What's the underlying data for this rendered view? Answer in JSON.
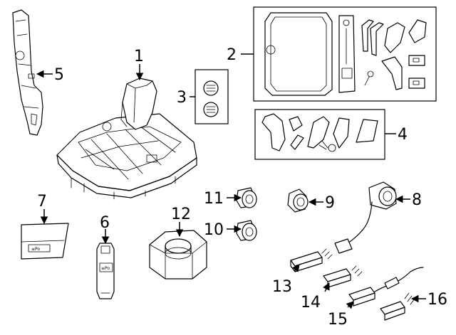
{
  "callouts": [
    {
      "id": "1",
      "label": "1"
    },
    {
      "id": "2",
      "label": "2"
    },
    {
      "id": "3",
      "label": "3"
    },
    {
      "id": "4",
      "label": "4"
    },
    {
      "id": "5",
      "label": "5"
    },
    {
      "id": "6",
      "label": "6"
    },
    {
      "id": "7",
      "label": "7"
    },
    {
      "id": "8",
      "label": "8"
    },
    {
      "id": "9",
      "label": "9"
    },
    {
      "id": "10",
      "label": "10"
    },
    {
      "id": "11",
      "label": "11"
    },
    {
      "id": "12",
      "label": "12"
    },
    {
      "id": "13",
      "label": "13"
    },
    {
      "id": "14",
      "label": "14"
    },
    {
      "id": "15",
      "label": "15"
    },
    {
      "id": "16",
      "label": "16"
    }
  ],
  "labels": {
    "button_tag": "≡Po"
  }
}
